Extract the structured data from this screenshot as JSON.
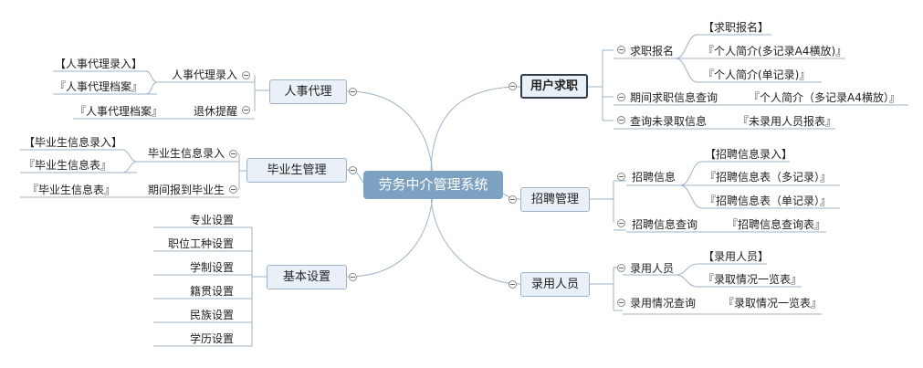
{
  "root": {
    "label": "劳务中介管理系统"
  },
  "branches": {
    "user_job": {
      "label": "用户求职",
      "items": [
        {
          "label": "求职报名",
          "leaves": [
            "【求职报名】",
            "『个人简介(多记录A4横放)』",
            "『个人简介(单记录)』"
          ]
        },
        {
          "label": "期间求职信息查询",
          "leaves": [
            "『个人简介（多记录A4横放）』"
          ]
        },
        {
          "label": "查询未录取信息",
          "leaves": [
            "『未录用人员报表』"
          ]
        }
      ]
    },
    "recruit": {
      "label": "招聘管理",
      "items": [
        {
          "label": "招聘信息",
          "leaves": [
            "【招聘信息录入】",
            "『招聘信息表（多记录）』",
            "『招聘信息表（单记录）』"
          ]
        },
        {
          "label": "招聘信息查询",
          "leaves": [
            "『招聘信息查询表』"
          ]
        }
      ]
    },
    "hire": {
      "label": "录用人员",
      "items": [
        {
          "label": "录用人员",
          "leaves": [
            "【录用人员】",
            "『录取情况一览表』"
          ]
        },
        {
          "label": "录用情况查询",
          "leaves": [
            "『录取情况一览表』"
          ]
        }
      ]
    },
    "personnel": {
      "label": "人事代理",
      "items": [
        {
          "label": "人事代理录入",
          "leaves": [
            "【人事代理录入】",
            "『人事代理档案』"
          ]
        },
        {
          "label": "退休提醒",
          "leaves": [
            "『人事代理档案』"
          ]
        }
      ]
    },
    "graduate": {
      "label": "毕业生管理",
      "items": [
        {
          "label": "毕业生信息录入",
          "leaves": [
            "【毕业生信息录入】",
            "『毕业生信息表』"
          ]
        },
        {
          "label": "期间报到毕业生",
          "leaves": [
            "『毕业生信息表』"
          ]
        }
      ]
    },
    "basic": {
      "label": "基本设置",
      "items": [
        {
          "label": "专业设置"
        },
        {
          "label": "职位工种设置"
        },
        {
          "label": "学制设置"
        },
        {
          "label": "籍贯设置"
        },
        {
          "label": "民族设置"
        },
        {
          "label": "学历设置"
        }
      ]
    }
  },
  "colors": {
    "line": "#9db3c8",
    "root_fill": "#7da2c1",
    "node_fill": "#e9f0f7",
    "selected_border": "#2f3d4c"
  }
}
